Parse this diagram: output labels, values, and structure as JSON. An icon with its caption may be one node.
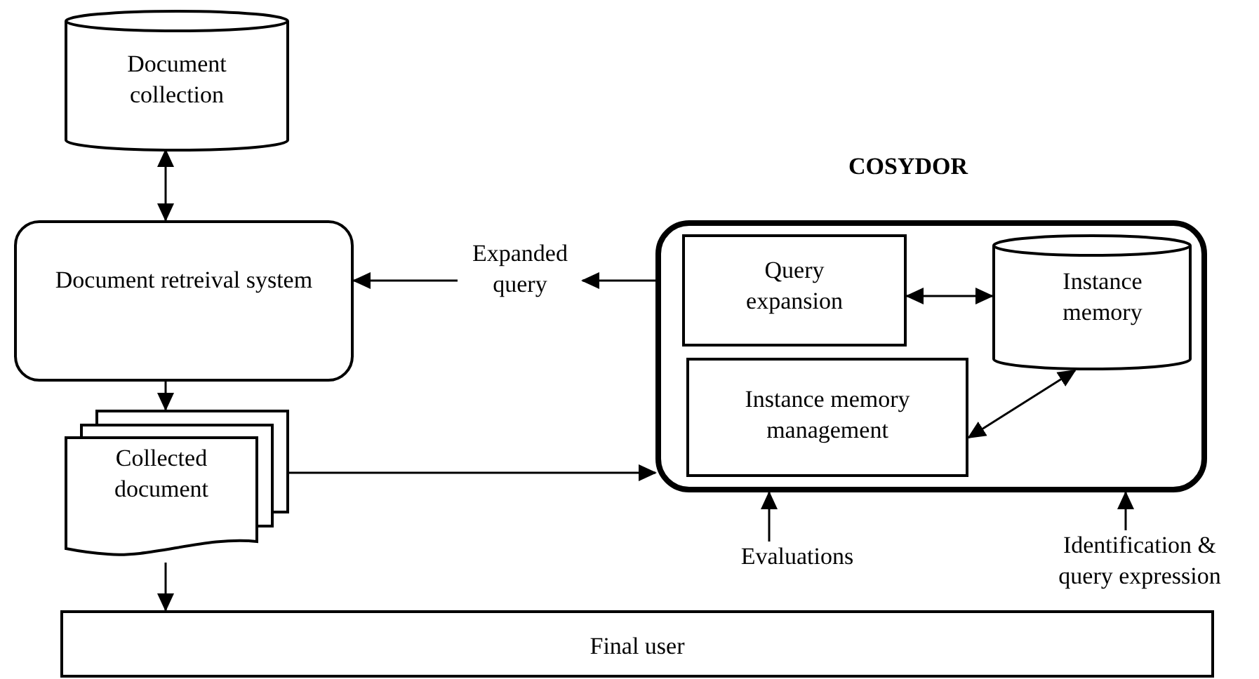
{
  "diagram": {
    "nodes": [
      {
        "text": [
          "Document collection"
        ]
      },
      {
        "text": [
          "Document retreival system"
        ]
      },
      {
        "text": [
          "Expanded query"
        ]
      },
      {
        "text": [
          "COSYDOR"
        ]
      },
      {
        "text": [
          "Query expansion"
        ],
        "in": 3
      },
      {
        "text": [
          "Instance memory"
        ],
        "in": 3
      },
      {
        "text": [
          "Instance memory management"
        ],
        "in": 3
      },
      {
        "text": [
          "Collected document"
        ]
      },
      {
        "text": [
          "Evaluations"
        ]
      },
      {
        "text": [
          "Identification & query expression"
        ]
      },
      {
        "text": [
          "Final user"
        ]
      }
    ],
    "edges": [
      {
        "from": 0,
        "to": 1,
        "arrow": "both"
      },
      {
        "from": 3,
        "to": 2,
        "arrow": "to"
      },
      {
        "from": 2,
        "to": 1,
        "arrow": "to"
      },
      {
        "from": 4,
        "to": 5,
        "arrow": "both"
      },
      {
        "from": 6,
        "to": 5,
        "arrow": "both"
      },
      {
        "from": 1,
        "to": 7,
        "arrow": "to"
      },
      {
        "from": 7,
        "to": 3,
        "arrow": "to"
      },
      {
        "from": 7,
        "to": 10,
        "arrow": "to"
      },
      {
        "from": 8,
        "to": 3,
        "arrow": "to"
      },
      {
        "from": 9,
        "to": 3,
        "arrow": "to"
      }
    ]
  }
}
